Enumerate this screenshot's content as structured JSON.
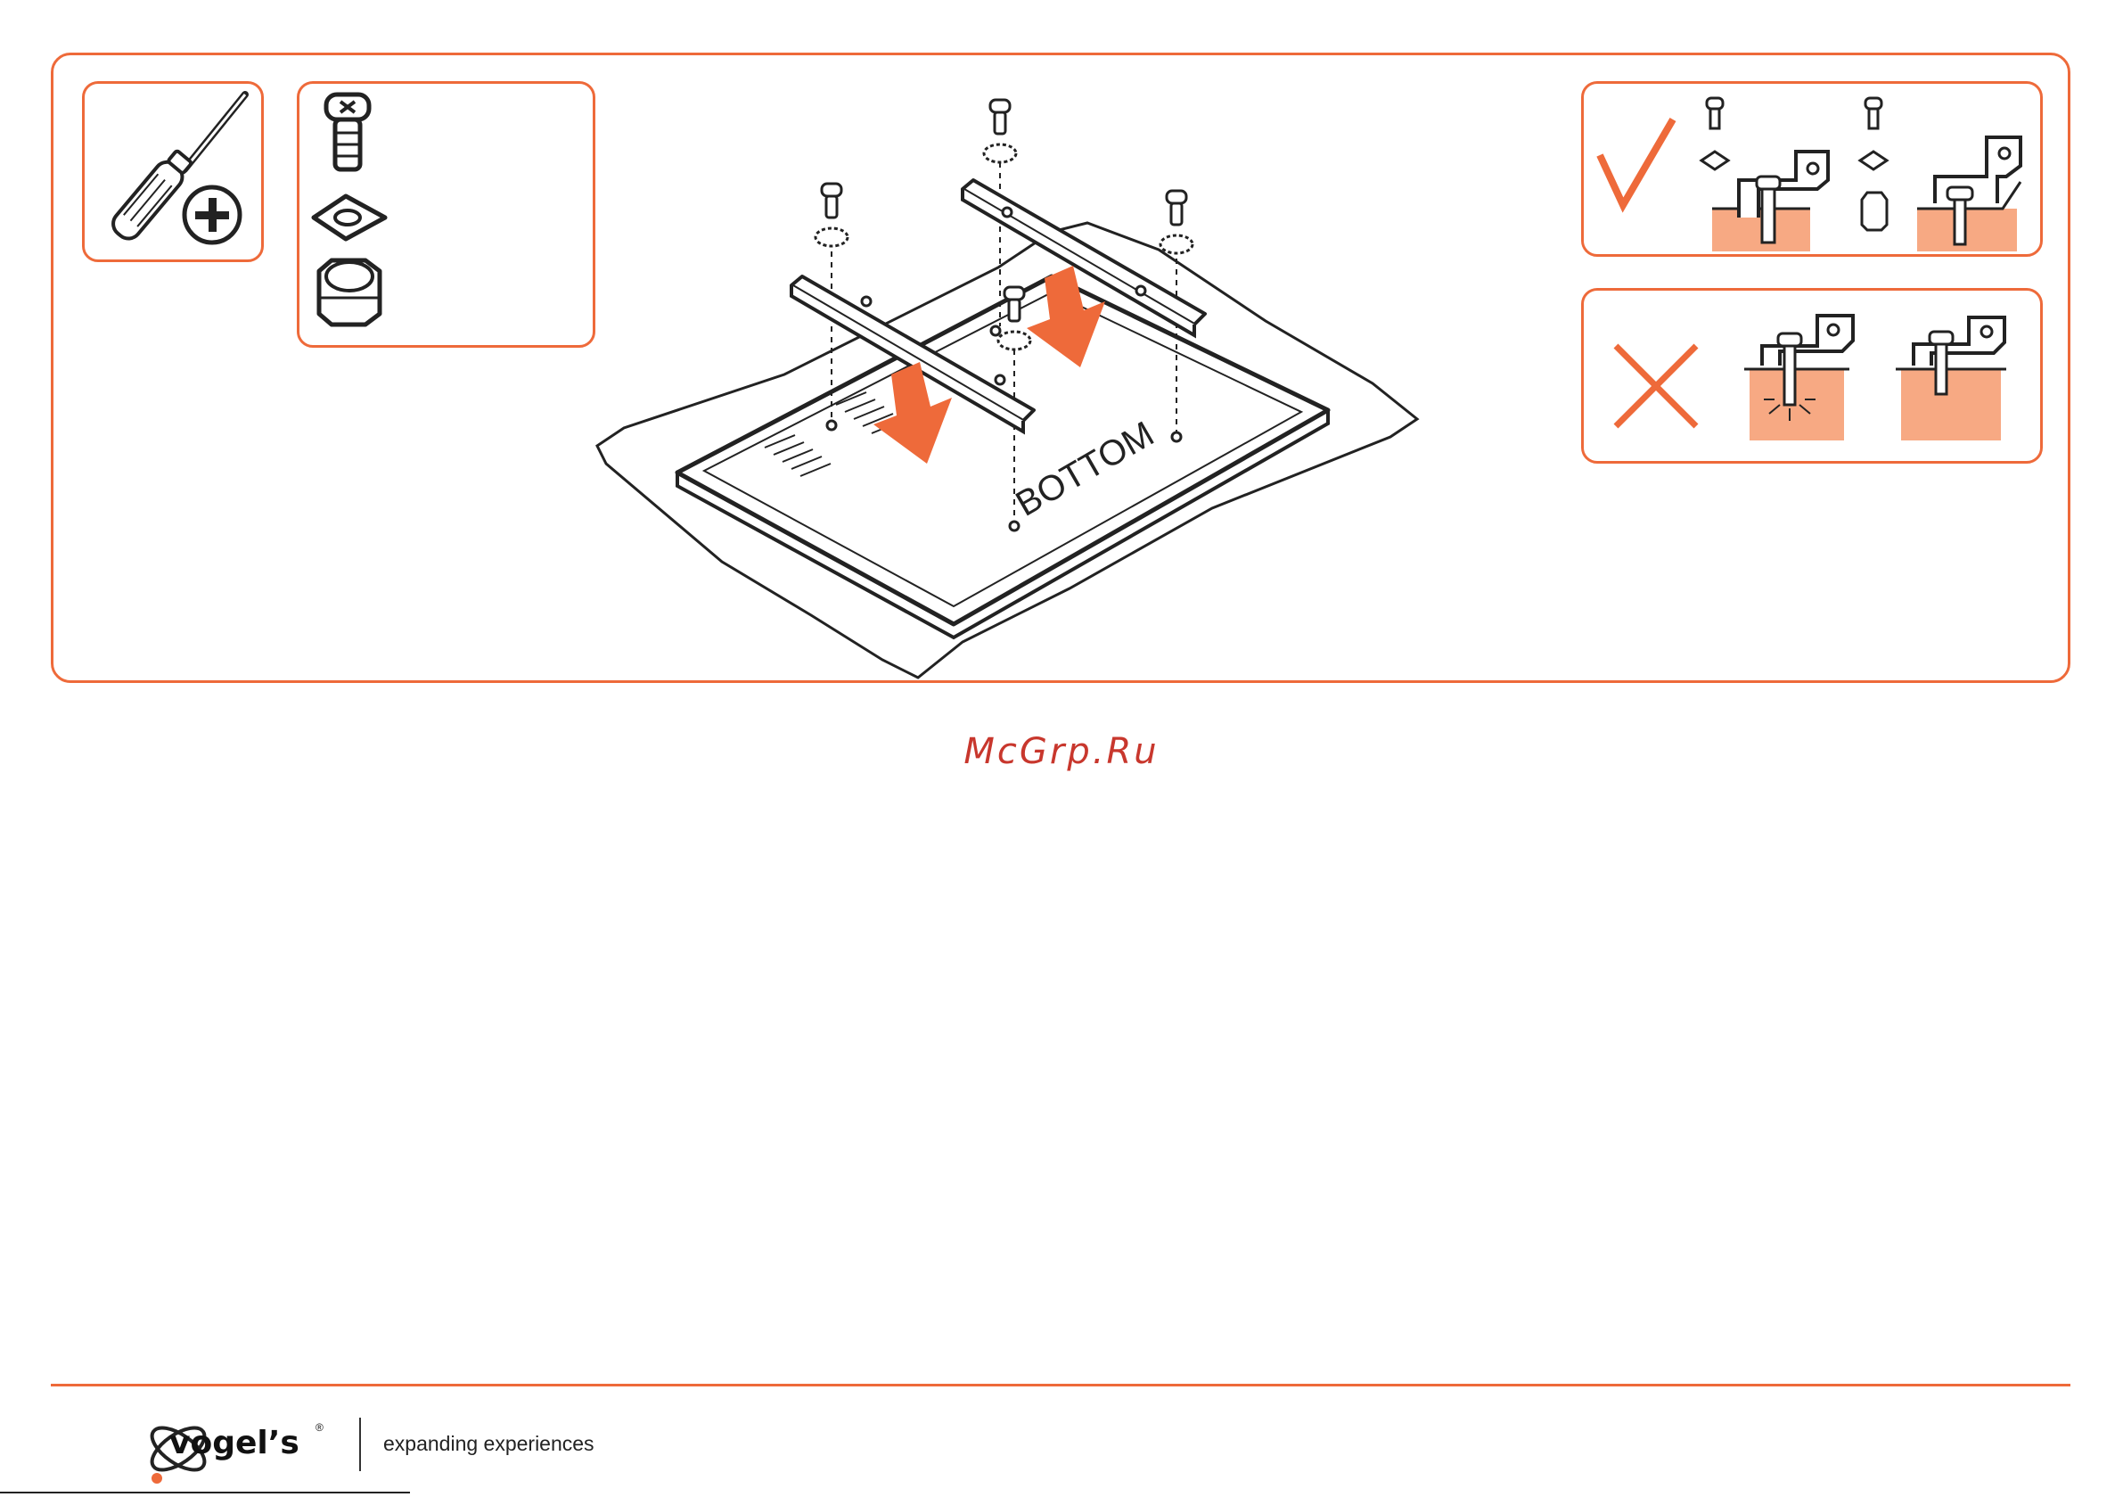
{
  "illustration": {
    "tv_label": "BOTTOM",
    "arrow_color": "#ee6a3a",
    "frame_color": "#ee6a3a",
    "tools": [
      "screwdriver-icon",
      "phillips-plus-icon"
    ],
    "parts": [
      "bolt-icon",
      "washer-icon",
      "spacer-icon"
    ]
  },
  "panels": {
    "correct": {
      "mark": "checkmark-icon"
    },
    "incorrect": {
      "mark": "cross-icon"
    }
  },
  "watermark": "McGrp.Ru",
  "footer": {
    "brand": "vogel’s",
    "registered": "®",
    "tagline": "expanding experiences"
  }
}
